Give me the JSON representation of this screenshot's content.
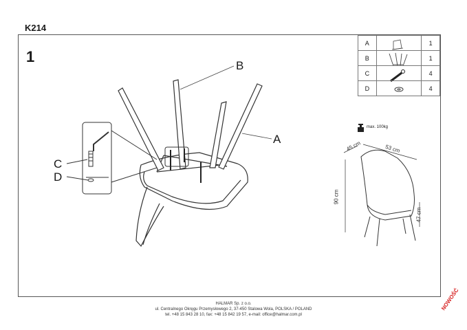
{
  "doc_title": "K214",
  "step_number": "1",
  "callouts": {
    "a": "A",
    "b": "B",
    "c": "C",
    "d": "D"
  },
  "parts": [
    {
      "letter": "A",
      "icon": "chair-seat-icon",
      "qty": "1"
    },
    {
      "letter": "B",
      "icon": "chair-legs-icon",
      "qty": "1"
    },
    {
      "letter": "C",
      "icon": "bolt-icon",
      "qty": "4"
    },
    {
      "letter": "D",
      "icon": "washer-icon",
      "qty": "4"
    }
  ],
  "max_load": "max. 100kg",
  "dimensions": {
    "depth": "45 cm",
    "width": "53 cm",
    "height": "90 cm",
    "seat_height": "47 cm"
  },
  "footer": {
    "company": "HALMAR Sp. z o.o.",
    "address": "ul. Centralnego Okręgu Przemysłowego 2, 37-450 Stalowa Wola, POLSKA / POLAND",
    "contact": "tel. +48 15 843 28 10, fax: +48 15 842 19 57, e-mail: office@halmar.com.pl"
  },
  "badge": "NOWOŚĆ"
}
